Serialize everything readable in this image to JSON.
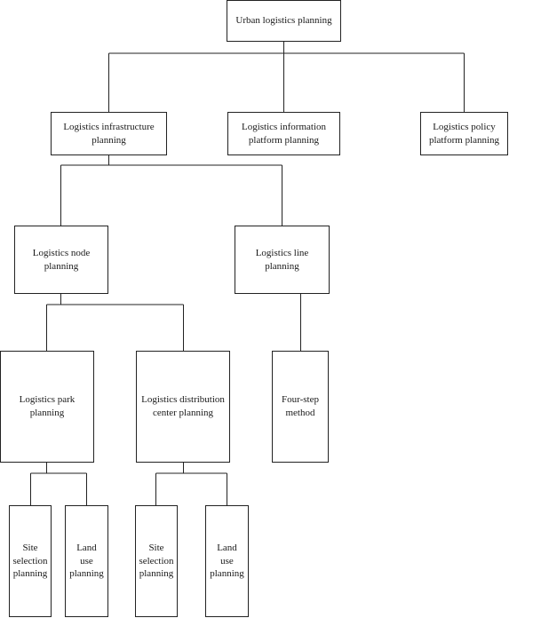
{
  "nodes": {
    "root": "Urban logistics planning",
    "infrastructure": "Logistics infrastructure\nplanning",
    "information": "Logistics information\nplatform planning",
    "policy": "Logistics policy\nplatform planning",
    "node": "Logistics node\nplanning",
    "line": "Logistics line\nplanning",
    "park": "Logistics park\nplanning",
    "distribution": "Logistics distribution\ncenter planning",
    "four_step": "Four-step\nmethod",
    "park_site": "Site\nselection\nplanning",
    "park_land": "Land use\nplanning",
    "dist_site": "Site\nselection\nplanning",
    "dist_land": "Land use\nplanning"
  }
}
